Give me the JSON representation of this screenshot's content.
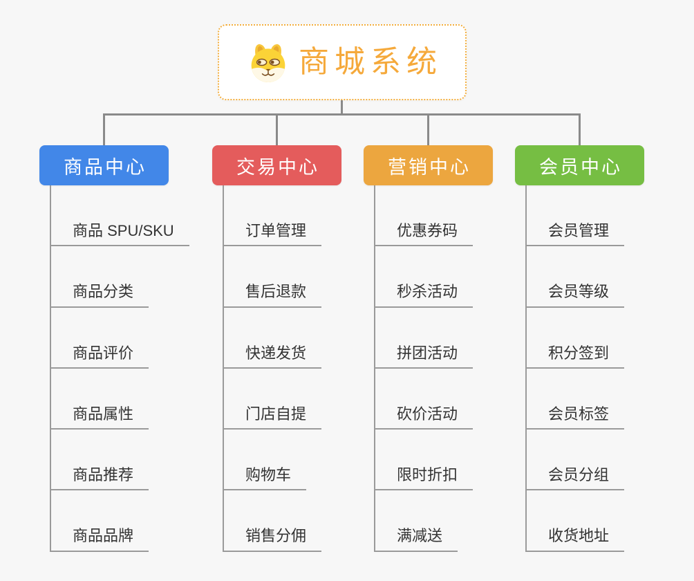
{
  "root": {
    "title": "商城系统",
    "icon": "doge-icon"
  },
  "branches": [
    {
      "label": "商品中心",
      "color": "#4287E8",
      "children": [
        "商品 SPU/SKU",
        "商品分类",
        "商品评价",
        "商品属性",
        "商品推荐",
        "商品品牌"
      ]
    },
    {
      "label": "交易中心",
      "color": "#E45C5C",
      "children": [
        "订单管理",
        "售后退款",
        "快递发货",
        "门店自提",
        "购物车",
        "销售分佣"
      ]
    },
    {
      "label": "营销中心",
      "color": "#ECA63F",
      "children": [
        "优惠券码",
        "秒杀活动",
        "拼团活动",
        "砍价活动",
        "限时折扣",
        "满减送"
      ]
    },
    {
      "label": "会员中心",
      "color": "#76BE43",
      "children": [
        "会员管理",
        "会员等级",
        "积分签到",
        "会员标签",
        "会员分组",
        "收货地址"
      ]
    }
  ],
  "colors": {
    "canvas_bg": "#f7f7f7",
    "root_border": "#F3AE3D",
    "root_text": "#F5A93B",
    "connector": "#8a8a8a",
    "child_line": "#9a9a9a",
    "child_text": "#333333"
  }
}
